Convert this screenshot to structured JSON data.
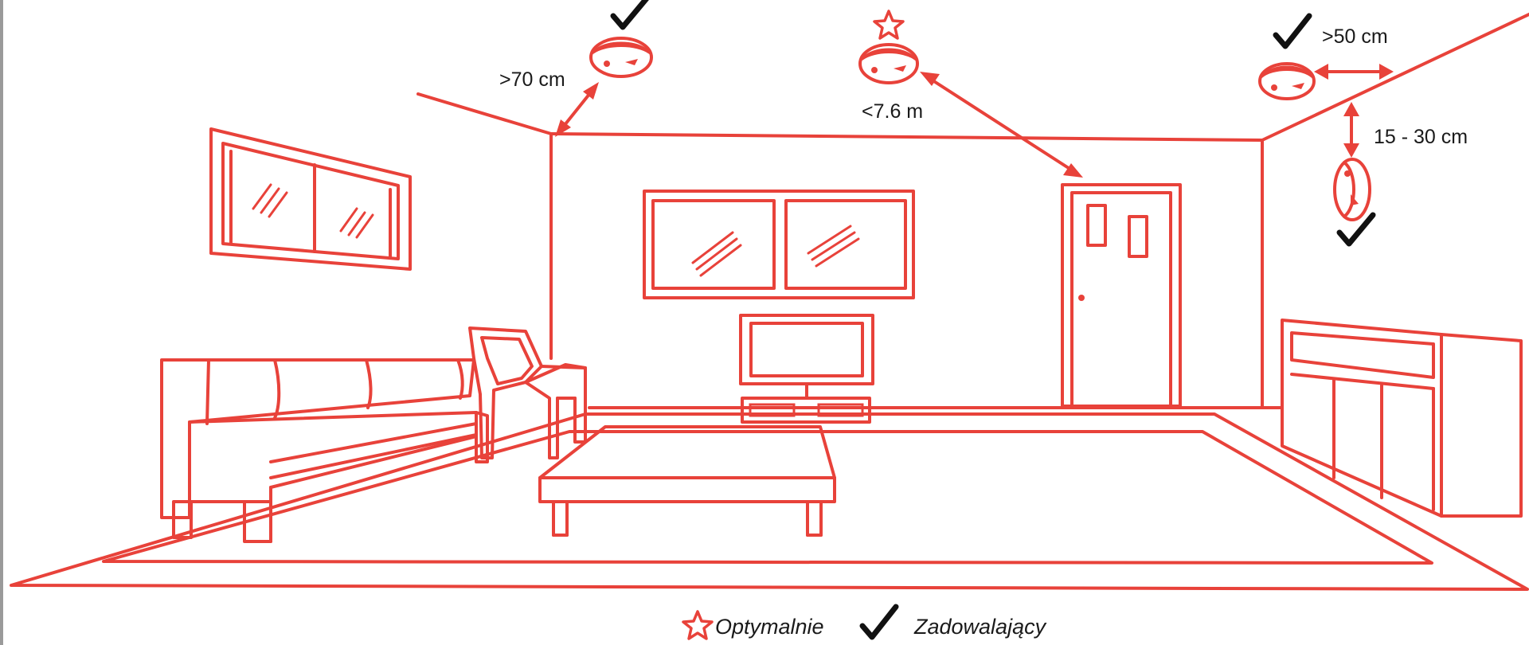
{
  "labels": {
    "dist_wall_70": ">70 cm",
    "dist_center_76": "<7.6 m",
    "dist_side_50": ">50 cm",
    "dist_wall_15_30": "15 - 30 cm"
  },
  "legend": {
    "optimal_label": "Optymalnie",
    "acceptable_label": "Zadowalający"
  },
  "icons": {
    "optimal": "star-icon",
    "acceptable": "checkmark-icon",
    "detector": "smoke-detector-icon"
  },
  "colors": {
    "line": "#e8423a",
    "text": "#1a1a1a",
    "check": "#111111"
  }
}
